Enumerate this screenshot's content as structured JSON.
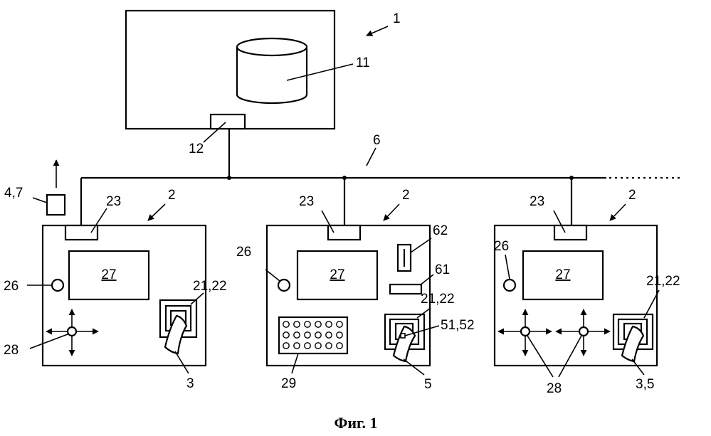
{
  "caption": "Фиг. 1",
  "labels": {
    "server": "1",
    "database": "11",
    "server_interface": "12",
    "network": "6",
    "device_left": "2",
    "device_mid": "2",
    "device_right": "2",
    "network_port_left": "23",
    "network_port_mid": "23",
    "network_port_right": "23",
    "ext_unit": "4,7",
    "display_left": "27",
    "display_mid": "27",
    "display_right": "27",
    "indicator_left": "26",
    "indicator_mid": "26",
    "indicator_right": "26",
    "sensor_left": "21,22",
    "sensor_mid": "21,22",
    "sensor_right": "21,22",
    "finger_left": "3",
    "finger_mid": "5",
    "finger_right": "3,5",
    "mark_mid": "51,52",
    "joystick_left": "28",
    "joystick_right": "28",
    "keypad": "29",
    "card_slot": "61",
    "slot_vertical": "62"
  }
}
